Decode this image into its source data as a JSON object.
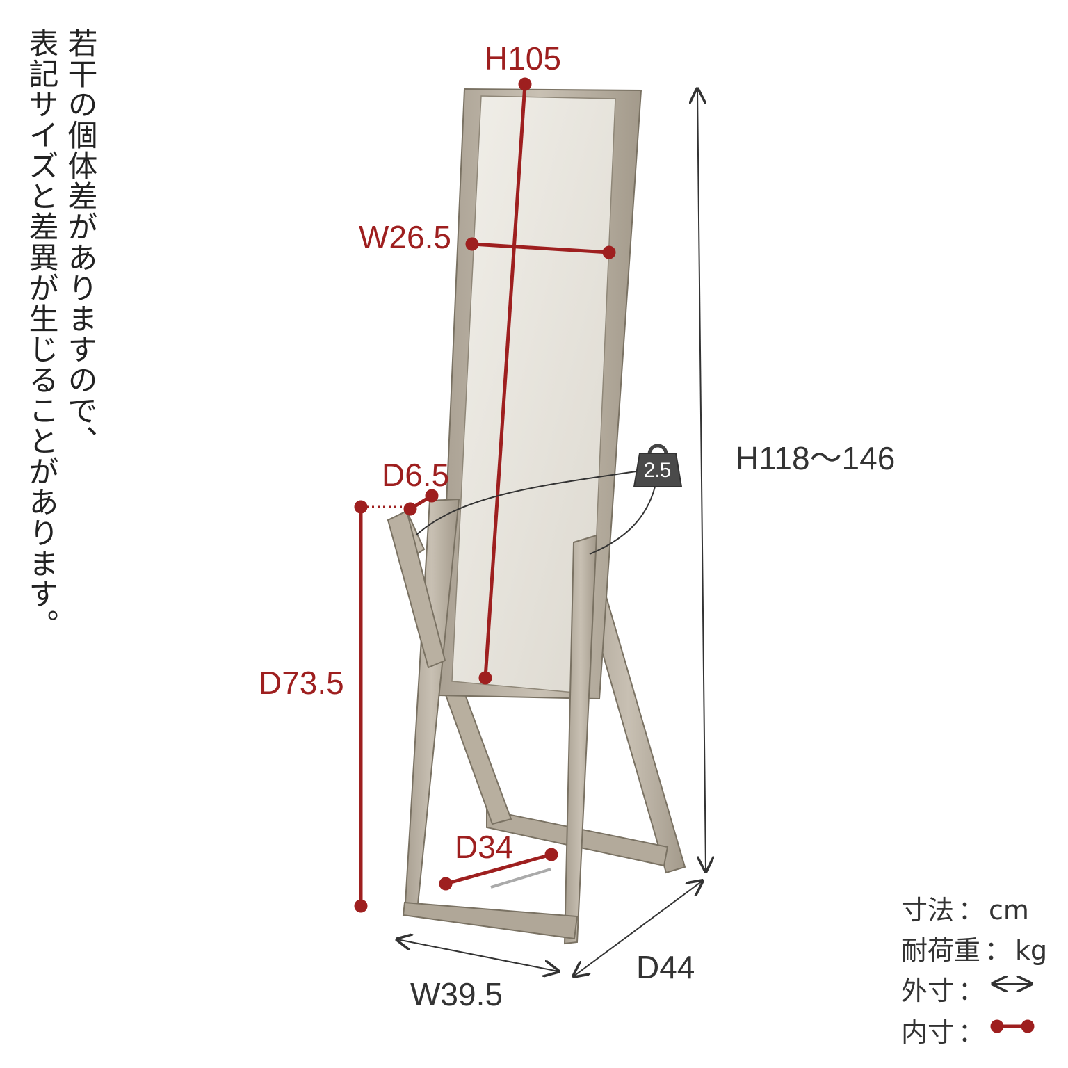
{
  "note": {
    "line1": "若干の個体差がありますので、",
    "line2": "表記サイズと差異が生じることがあります。"
  },
  "dimensions": {
    "mirror_height": "H105",
    "mirror_width": "W26.5",
    "total_height": "H118～146",
    "frame_depth": "D6.5",
    "stand_depth_outer": "D73.5",
    "base_depth": "D34",
    "total_width": "W39.5",
    "total_depth": "D44"
  },
  "load": {
    "value": "2.5"
  },
  "legend": {
    "units_label": "寸法",
    "units_value": "cm",
    "load_label": "耐荷重",
    "load_value": "kg",
    "outer_label": "外寸",
    "inner_label": "内寸",
    "separator": "："
  },
  "colors": {
    "inner_dimension": "#9e1f1f",
    "outer_dimension": "#333333",
    "frame_wood": "#bdb4a6",
    "mirror": "#e9e6df"
  },
  "icons": {
    "load_weight": "weight-icon",
    "outer_arrow": "double-arrow-icon",
    "inner_line": "dot-line-icon"
  }
}
